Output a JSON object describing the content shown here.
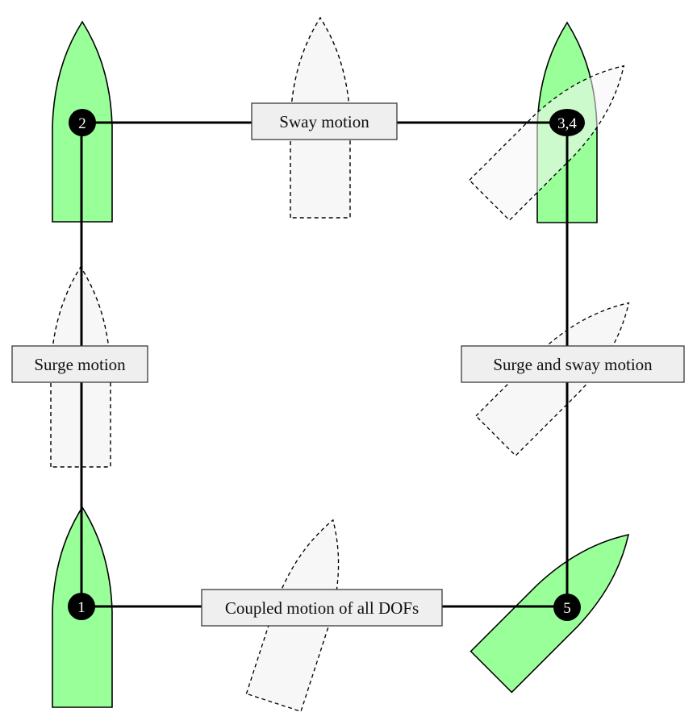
{
  "labels": {
    "sway": "Sway motion",
    "surge": "Surge motion",
    "surge_sway": "Surge and sway motion",
    "coupled": "Coupled motion of all DOFs"
  },
  "nodes": {
    "n1": "1",
    "n2": "2",
    "n34": "3,4",
    "n5": "5"
  },
  "colors": {
    "ship_fill": "#99ff99",
    "ghost_fill": "#f6f6f6",
    "node_fill": "#000000",
    "label_fill": "#efefef"
  }
}
